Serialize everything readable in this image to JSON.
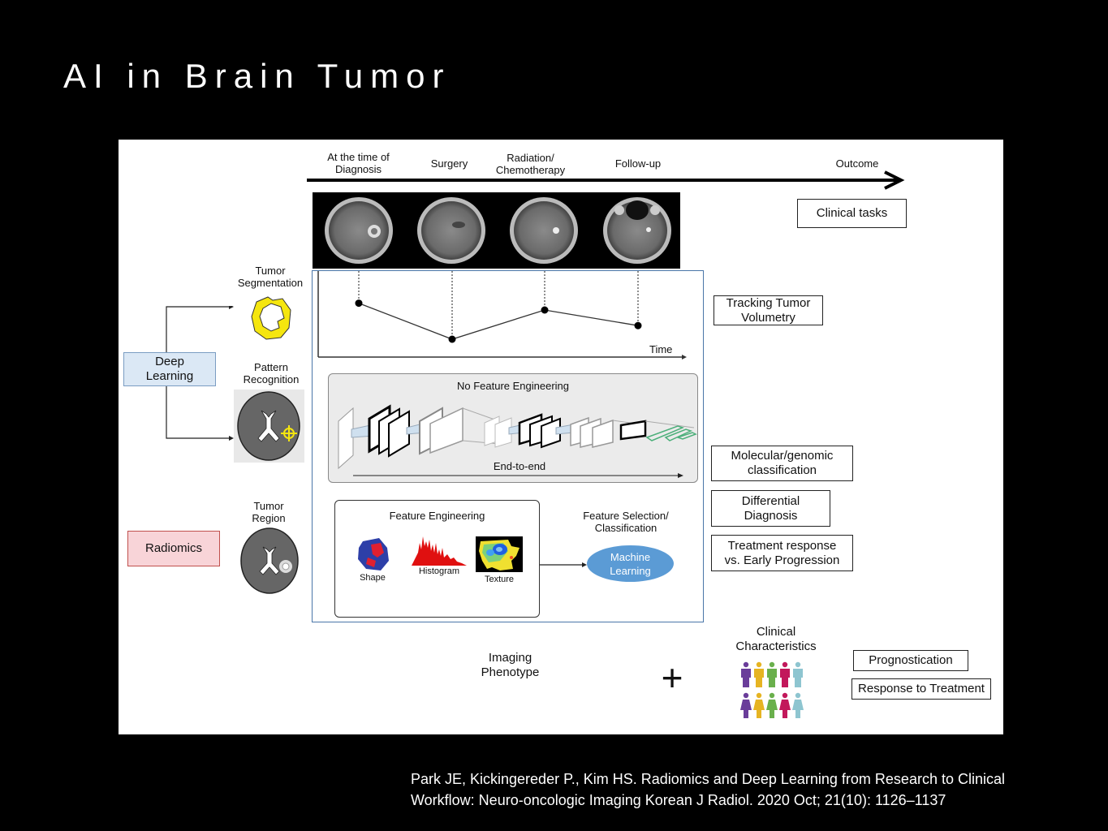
{
  "slide": {
    "title": "AI in Brain Tumor",
    "citation_line1": "Park JE, Kickingereder P., Kim HS. Radiomics and Deep Learning from Research to Clinical",
    "citation_line2": "Workflow: Neuro-oncologic Imaging Korean J Radiol. 2020 Oct; 21(10): 1126–1137"
  },
  "timeline": {
    "stages": [
      {
        "line1": "At the time of",
        "line2": "Diagnosis"
      },
      {
        "line1": "Surgery",
        "line2": ""
      },
      {
        "line1": "Radiation/",
        "line2": "Chemotherapy"
      },
      {
        "line1": "Follow-up",
        "line2": ""
      },
      {
        "line1": "Outcome",
        "line2": ""
      }
    ]
  },
  "left": {
    "deep_learning": {
      "line1": "Deep",
      "line2": "Learning",
      "color": "#dbe8f5",
      "border": "#7a9cc2"
    },
    "radiomics": {
      "label": "Radiomics",
      "color": "#f8d4d8",
      "border": "#c0504d"
    },
    "tumor_segmentation": {
      "line1": "Tumor",
      "line2": "Segmentation"
    },
    "pattern_recognition": {
      "line1": "Pattern",
      "line2": "Recognition"
    },
    "tumor_region": {
      "line1": "Tumor",
      "line2": "Region"
    }
  },
  "volumetry_chart": {
    "x_label": "Time",
    "relative_volume": [
      0.74,
      0.0,
      0.6,
      0.28
    ]
  },
  "deep_learning_panel": {
    "title": "No Feature Engineering",
    "arrow_label": "End-to-end"
  },
  "radiomics_panel": {
    "title": "Feature Engineering",
    "features": [
      "Shape",
      "Histogram",
      "Texture"
    ],
    "selection_line1": "Feature Selection/",
    "selection_line2": "Classification",
    "ml_line1": "Machine",
    "ml_line2": "Learning",
    "ml_color": "#5b9bd5"
  },
  "clinical_tasks": {
    "header": "Clinical tasks",
    "tracking": {
      "line1": "Tracking Tumor",
      "line2": "Volumetry"
    },
    "molecular": {
      "line1": "Molecular/genomic",
      "line2": "classification"
    },
    "differential": {
      "line1": "Differential",
      "line2": "Diagnosis"
    },
    "treatment": {
      "line1": "Treatment response",
      "line2": "vs. Early Progression"
    },
    "prognostication": "Prognostication",
    "response": "Response to Treatment"
  },
  "bottom": {
    "imaging_line1": "Imaging",
    "imaging_line2": "Phenotype",
    "plus": "+",
    "clinical_line1": "Clinical",
    "clinical_line2": "Characteristics",
    "people_colors": [
      "#6a3d9a",
      "#e6b422",
      "#6ab04c",
      "#c2185b",
      "#8ec5d0"
    ]
  },
  "colors": {
    "main_frame": "#4a76a8"
  }
}
